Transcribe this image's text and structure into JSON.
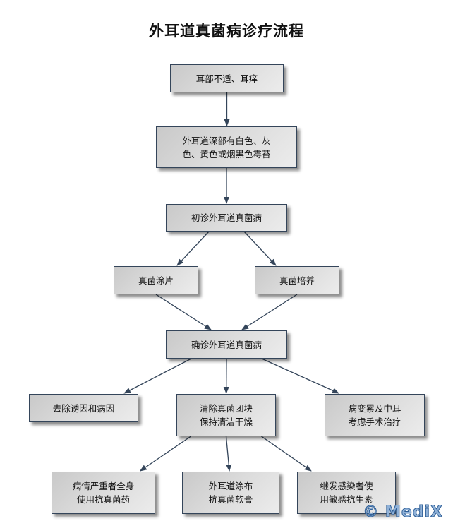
{
  "title": "外耳道真菌病诊疗流程",
  "colors": {
    "box_border": "#34455a",
    "arrow": "#34455a",
    "box_fill": "#dcdcdc",
    "watermark": "#8fb1d8"
  },
  "nodes": {
    "symptom": "耳部不适、耳痒",
    "finding": "外耳道深部有白色、灰\n色、黄色或烟黑色霉苔",
    "initial_diagnosis": "初诊外耳道真菌病",
    "smear": "真菌涂片",
    "culture": "真菌培养",
    "confirmed_diagnosis": "确诊外耳道真菌病",
    "remove_cause": "去除诱因和病因",
    "clean": "清除真菌团块\n保持清洁干燥",
    "surgery": "病变累及中耳\n考虑手术治疗",
    "systemic": "病情严重者全身\n使用抗真菌药",
    "topical": "外耳道涂布\n抗真菌软膏",
    "antibiotics": "继发感染者使\n用敏感抗生素"
  },
  "edges": [
    [
      "symptom",
      "finding"
    ],
    [
      "finding",
      "initial_diagnosis"
    ],
    [
      "initial_diagnosis",
      "smear"
    ],
    [
      "initial_diagnosis",
      "culture"
    ],
    [
      "smear",
      "confirmed_diagnosis"
    ],
    [
      "culture",
      "confirmed_diagnosis"
    ],
    [
      "confirmed_diagnosis",
      "remove_cause"
    ],
    [
      "confirmed_diagnosis",
      "clean"
    ],
    [
      "confirmed_diagnosis",
      "surgery"
    ],
    [
      "clean",
      "systemic"
    ],
    [
      "clean",
      "topical"
    ],
    [
      "clean",
      "antibiotics"
    ]
  ],
  "watermark": "© MediX"
}
